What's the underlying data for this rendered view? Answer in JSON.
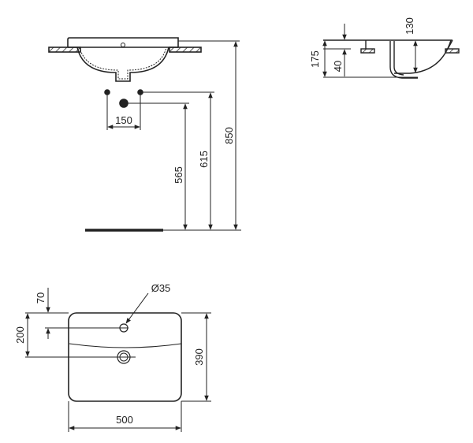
{
  "diagram": {
    "title": "Washbasin technical drawing",
    "units": "mm",
    "colors": {
      "line": "#222222",
      "hatch": "#555555",
      "background": "#ffffff"
    },
    "front_elevation": {
      "dimensions": {
        "tap_spacing": "150",
        "waste_height": "565",
        "supply_height": "615",
        "rim_height": "850"
      }
    },
    "side_section": {
      "dimensions": {
        "bowl_depth": "130",
        "overall_height": "175",
        "under_deck": "40"
      }
    },
    "plan_view": {
      "dimensions": {
        "tap_hole_diameter": "Ø35",
        "tap_offset": "70",
        "waste_offset": "200",
        "depth": "390",
        "width": "500"
      }
    }
  }
}
